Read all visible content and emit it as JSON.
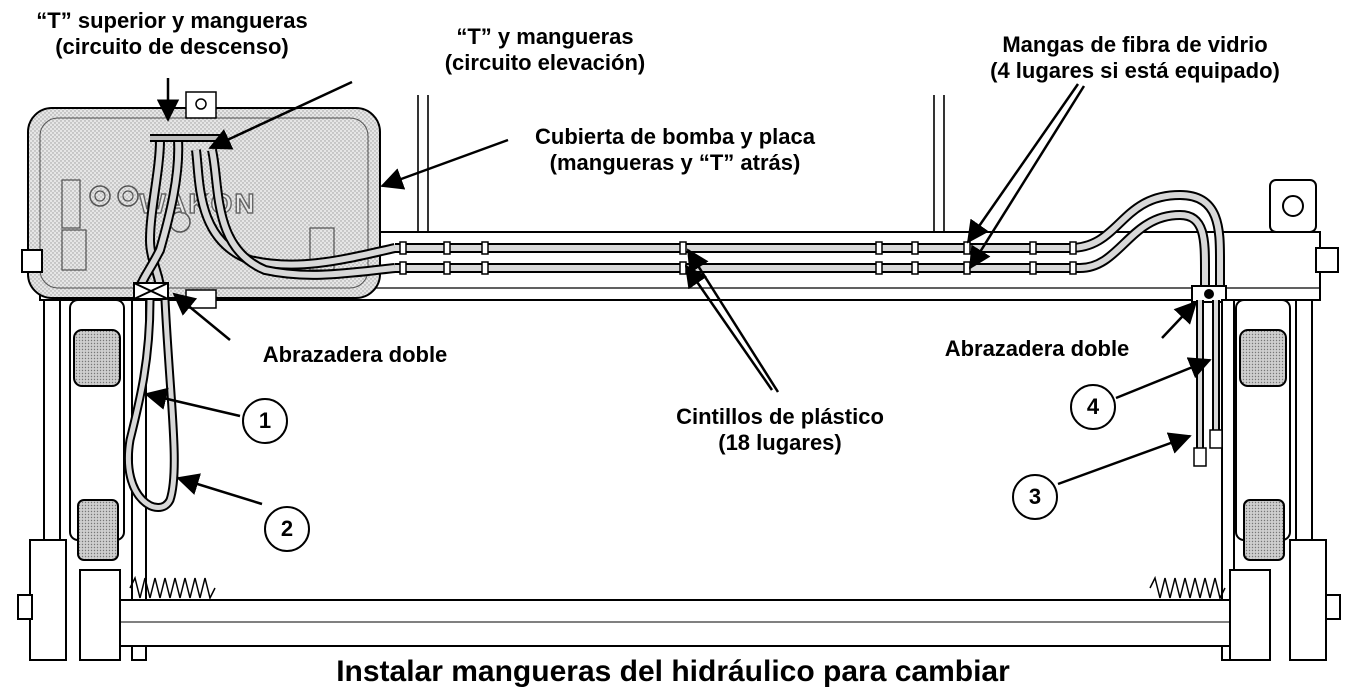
{
  "labels": {
    "tee_superior_line1": "“T” superior y mangueras",
    "tee_superior_line2": "(circuito de descenso)",
    "tee_mangueras_line1": "“T” y mangueras",
    "tee_mangueras_line2": "(circuito elevación)",
    "cubierta_line1": "Cubierta de bomba y placa",
    "cubierta_line2": "(mangueras y “T” atrás)",
    "mangas_line1": "Mangas de fibra de vidrio",
    "mangas_line2": "(4 lugares si está equipado)",
    "abrazadera_left": "Abrazadera doble",
    "abrazadera_right": "Abrazadera doble",
    "cintillos_line1": "Cintillos de plástico",
    "cintillos_line2": "(18 lugares)",
    "caption": "Instalar mangueras del hidráulico para cambiar"
  },
  "brand_plate": "WAKON",
  "callouts": [
    "1",
    "2",
    "3",
    "4"
  ],
  "colors": {
    "line": "#000000",
    "shading": "#dcdcdc",
    "background": "#ffffff"
  }
}
